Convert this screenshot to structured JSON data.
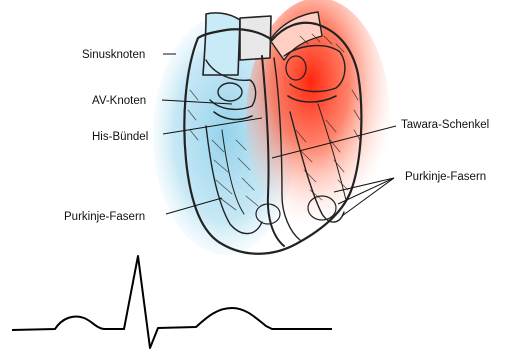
{
  "labels": {
    "sinusknoten": "Sinusknoten",
    "av_knoten": "AV-Knoten",
    "his_buendel": "His-Bündel",
    "purkinje_left": "Purkinje-Fasern",
    "tawara": "Tawara-Schenkel",
    "purkinje_right": "Purkinje-Fasern"
  },
  "colors": {
    "right_heart_tint": "#a9dcef",
    "left_heart_tint": "#ff2a10",
    "outline": "#222222"
  }
}
